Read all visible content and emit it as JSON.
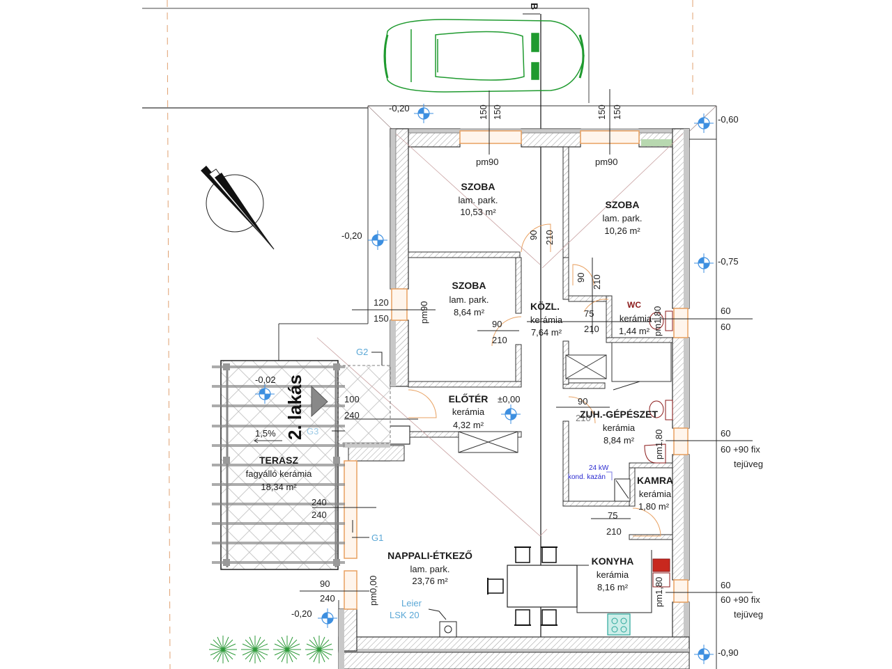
{
  "drawing": {
    "section_marker": "B",
    "apartment_label": "2. lakás",
    "colors": {
      "wall_fill": "#c8c8c8",
      "hatch": "#9a9a9a",
      "window_orange": "#e8a060",
      "level_marker_blue": "#3d8fe0",
      "vegetation_green": "#2e9a3a",
      "car_green": "#1f9a2f",
      "tag_blue": "#5aa7d6",
      "boiler_text": "#2a2ad0",
      "stove_teal": "#2aa79a",
      "radiator_red": "#c8281e",
      "wc_red": "#8b1a1a"
    }
  },
  "rooms": [
    {
      "name": "SZOBA",
      "floor": "lam. park.",
      "area": "10,53 m²"
    },
    {
      "name": "SZOBA",
      "floor": "lam. park.",
      "area": "10,26 m²"
    },
    {
      "name": "SZOBA",
      "floor": "lam. park.",
      "area": "8,64 m²"
    },
    {
      "name": "KÖZL.",
      "floor": "kerámia",
      "area": "7,64 m²"
    },
    {
      "name": "WC",
      "floor": "kerámia",
      "area": "1,44 m²"
    },
    {
      "name": "ELŐTÉR",
      "floor": "kerámia",
      "area": "4,32 m²"
    },
    {
      "name": "ZUH.-GÉPÉSZET",
      "floor": "kerámia",
      "area": "8,84 m²"
    },
    {
      "name": "KAMRA",
      "floor": "kerámia",
      "area": "1,80 m²"
    },
    {
      "name": "NAPPALI-ÉTKEZŐ",
      "floor": "lam. park.",
      "area": "23,76 m²"
    },
    {
      "name": "KONYHA",
      "floor": "kerámia",
      "area": "8,16 m²"
    },
    {
      "name": "TERASZ",
      "floor": "fagyálló kerámia",
      "area": "18,34 m²"
    }
  ],
  "levels": [
    {
      "value": "-0,20",
      "where": "top-left-corner"
    },
    {
      "value": "-0,20",
      "where": "left-wall"
    },
    {
      "value": "-0,02",
      "where": "terrace"
    },
    {
      "value": "±0,00",
      "where": "entrance"
    },
    {
      "value": "-0,20",
      "where": "bottom-left"
    },
    {
      "value": "-0,60",
      "where": "top-right"
    },
    {
      "value": "-0,75",
      "where": "right-wall"
    },
    {
      "value": "-0,90",
      "where": "bottom-right"
    }
  ],
  "openings": {
    "top_window_1": [
      "150",
      "150"
    ],
    "top_window_2": [
      "150",
      "150"
    ],
    "pm_top_1": "pm90",
    "pm_top_2": "pm90",
    "pm_left": "pm90",
    "pm_living": "pm0,00",
    "pm_wc": "pm1,80",
    "pm_bath": "pm1,80",
    "pm_kitchen": "pm1,80",
    "door_szoba1": [
      "90",
      "210"
    ],
    "door_szoba2": [
      "90",
      "210"
    ],
    "door_szoba3": [
      "90",
      "210"
    ],
    "door_wc": [
      "75",
      "210"
    ],
    "door_bath": [
      "90",
      "210"
    ],
    "door_kamra": [
      "75",
      "210"
    ],
    "left_window": [
      "120",
      "150"
    ],
    "entrance_door": [
      "100",
      "240"
    ],
    "terrace_door": [
      "240",
      "240"
    ],
    "living_window": [
      "90",
      "240"
    ],
    "right_wc_window": [
      "60",
      "60"
    ],
    "right_bath_window": [
      "60",
      "60 +90 fix",
      "tejüveg"
    ],
    "right_kitchen_window": [
      "60",
      "60 +90 fix",
      "tejüveg"
    ]
  },
  "tags": {
    "g1": "G1",
    "g2": "G2",
    "g3": "G3",
    "slope": "1,5%",
    "fireplace": [
      "Leier",
      "LSK 20"
    ],
    "boiler": [
      "24 kW",
      "kond. kazán"
    ]
  }
}
